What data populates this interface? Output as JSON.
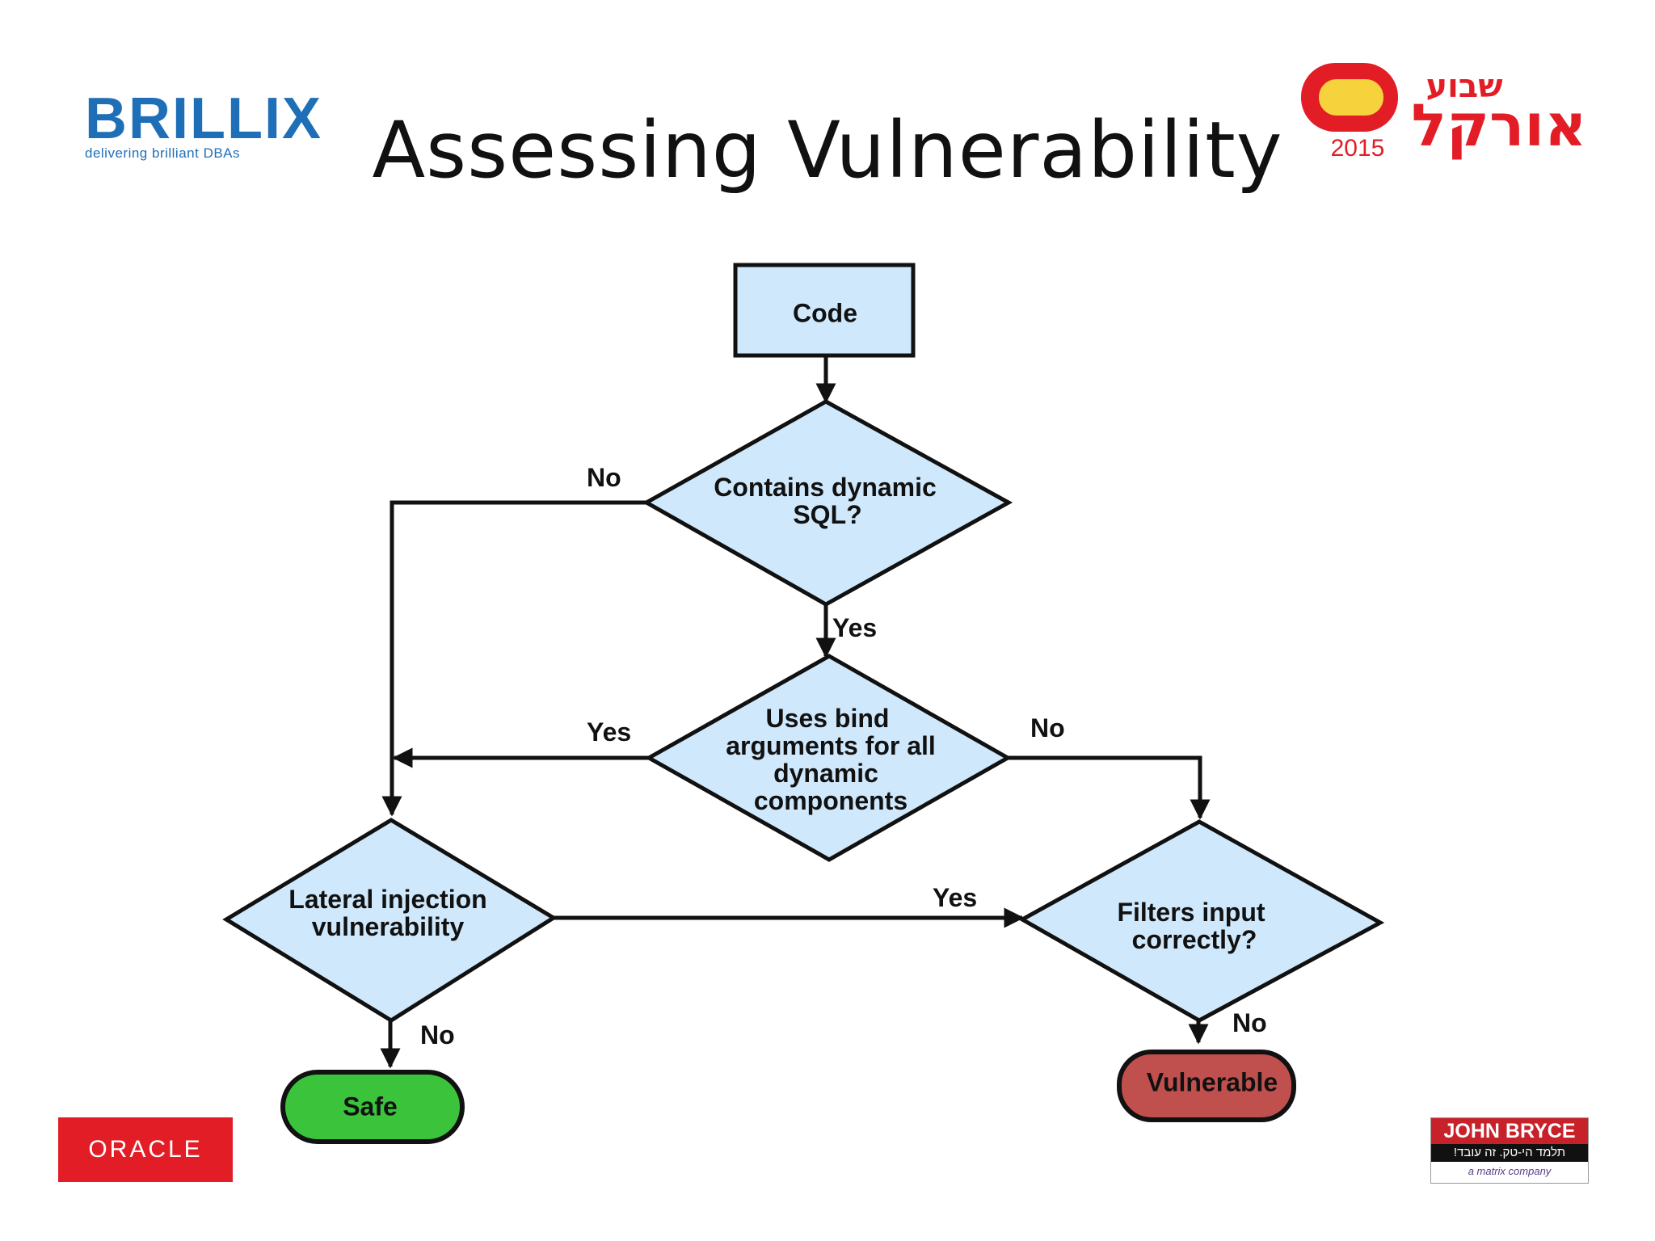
{
  "title": "Assessing Vulnerability",
  "logos": {
    "brillix": {
      "name": "BRILLIX",
      "tagline": "delivering brilliant DBAs"
    },
    "oracle_week": {
      "hebrew_top": "שבוע",
      "hebrew_main": "אורקל",
      "year": "2015"
    },
    "oracle": "ORACLE",
    "john_bryce": {
      "name": "JOHN BRYCE",
      "hebrew": "תלמד הי-טק. זה עובד!",
      "company": "a matrix company"
    }
  },
  "flowchart": {
    "nodes": {
      "code": {
        "lines": [
          "Code"
        ]
      },
      "dynamic_sql": {
        "lines": [
          "Contains dynamic",
          "SQL?"
        ]
      },
      "bind_args": {
        "lines": [
          "Uses bind",
          "arguments for all",
          "dynamic",
          "components"
        ]
      },
      "lateral": {
        "lines": [
          "Lateral injection",
          "vulnerability"
        ]
      },
      "filters": {
        "lines": [
          "Filters input",
          "correctly?"
        ]
      },
      "safe": {
        "lines": [
          "Safe"
        ]
      },
      "vulnerable": {
        "lines": [
          "Vulnerable"
        ]
      }
    },
    "edges": {
      "dynamic_no": "No",
      "dynamic_yes": "Yes",
      "bind_yes": "Yes",
      "bind_no": "No",
      "lateral_yes": "Yes",
      "lateral_no": "No",
      "filters_no": "No"
    }
  },
  "colors": {
    "box_fill": "#cfe8fb",
    "safe_fill": "#3bc43b",
    "vulnerable_fill": "#c0504d",
    "stroke": "#111111"
  }
}
